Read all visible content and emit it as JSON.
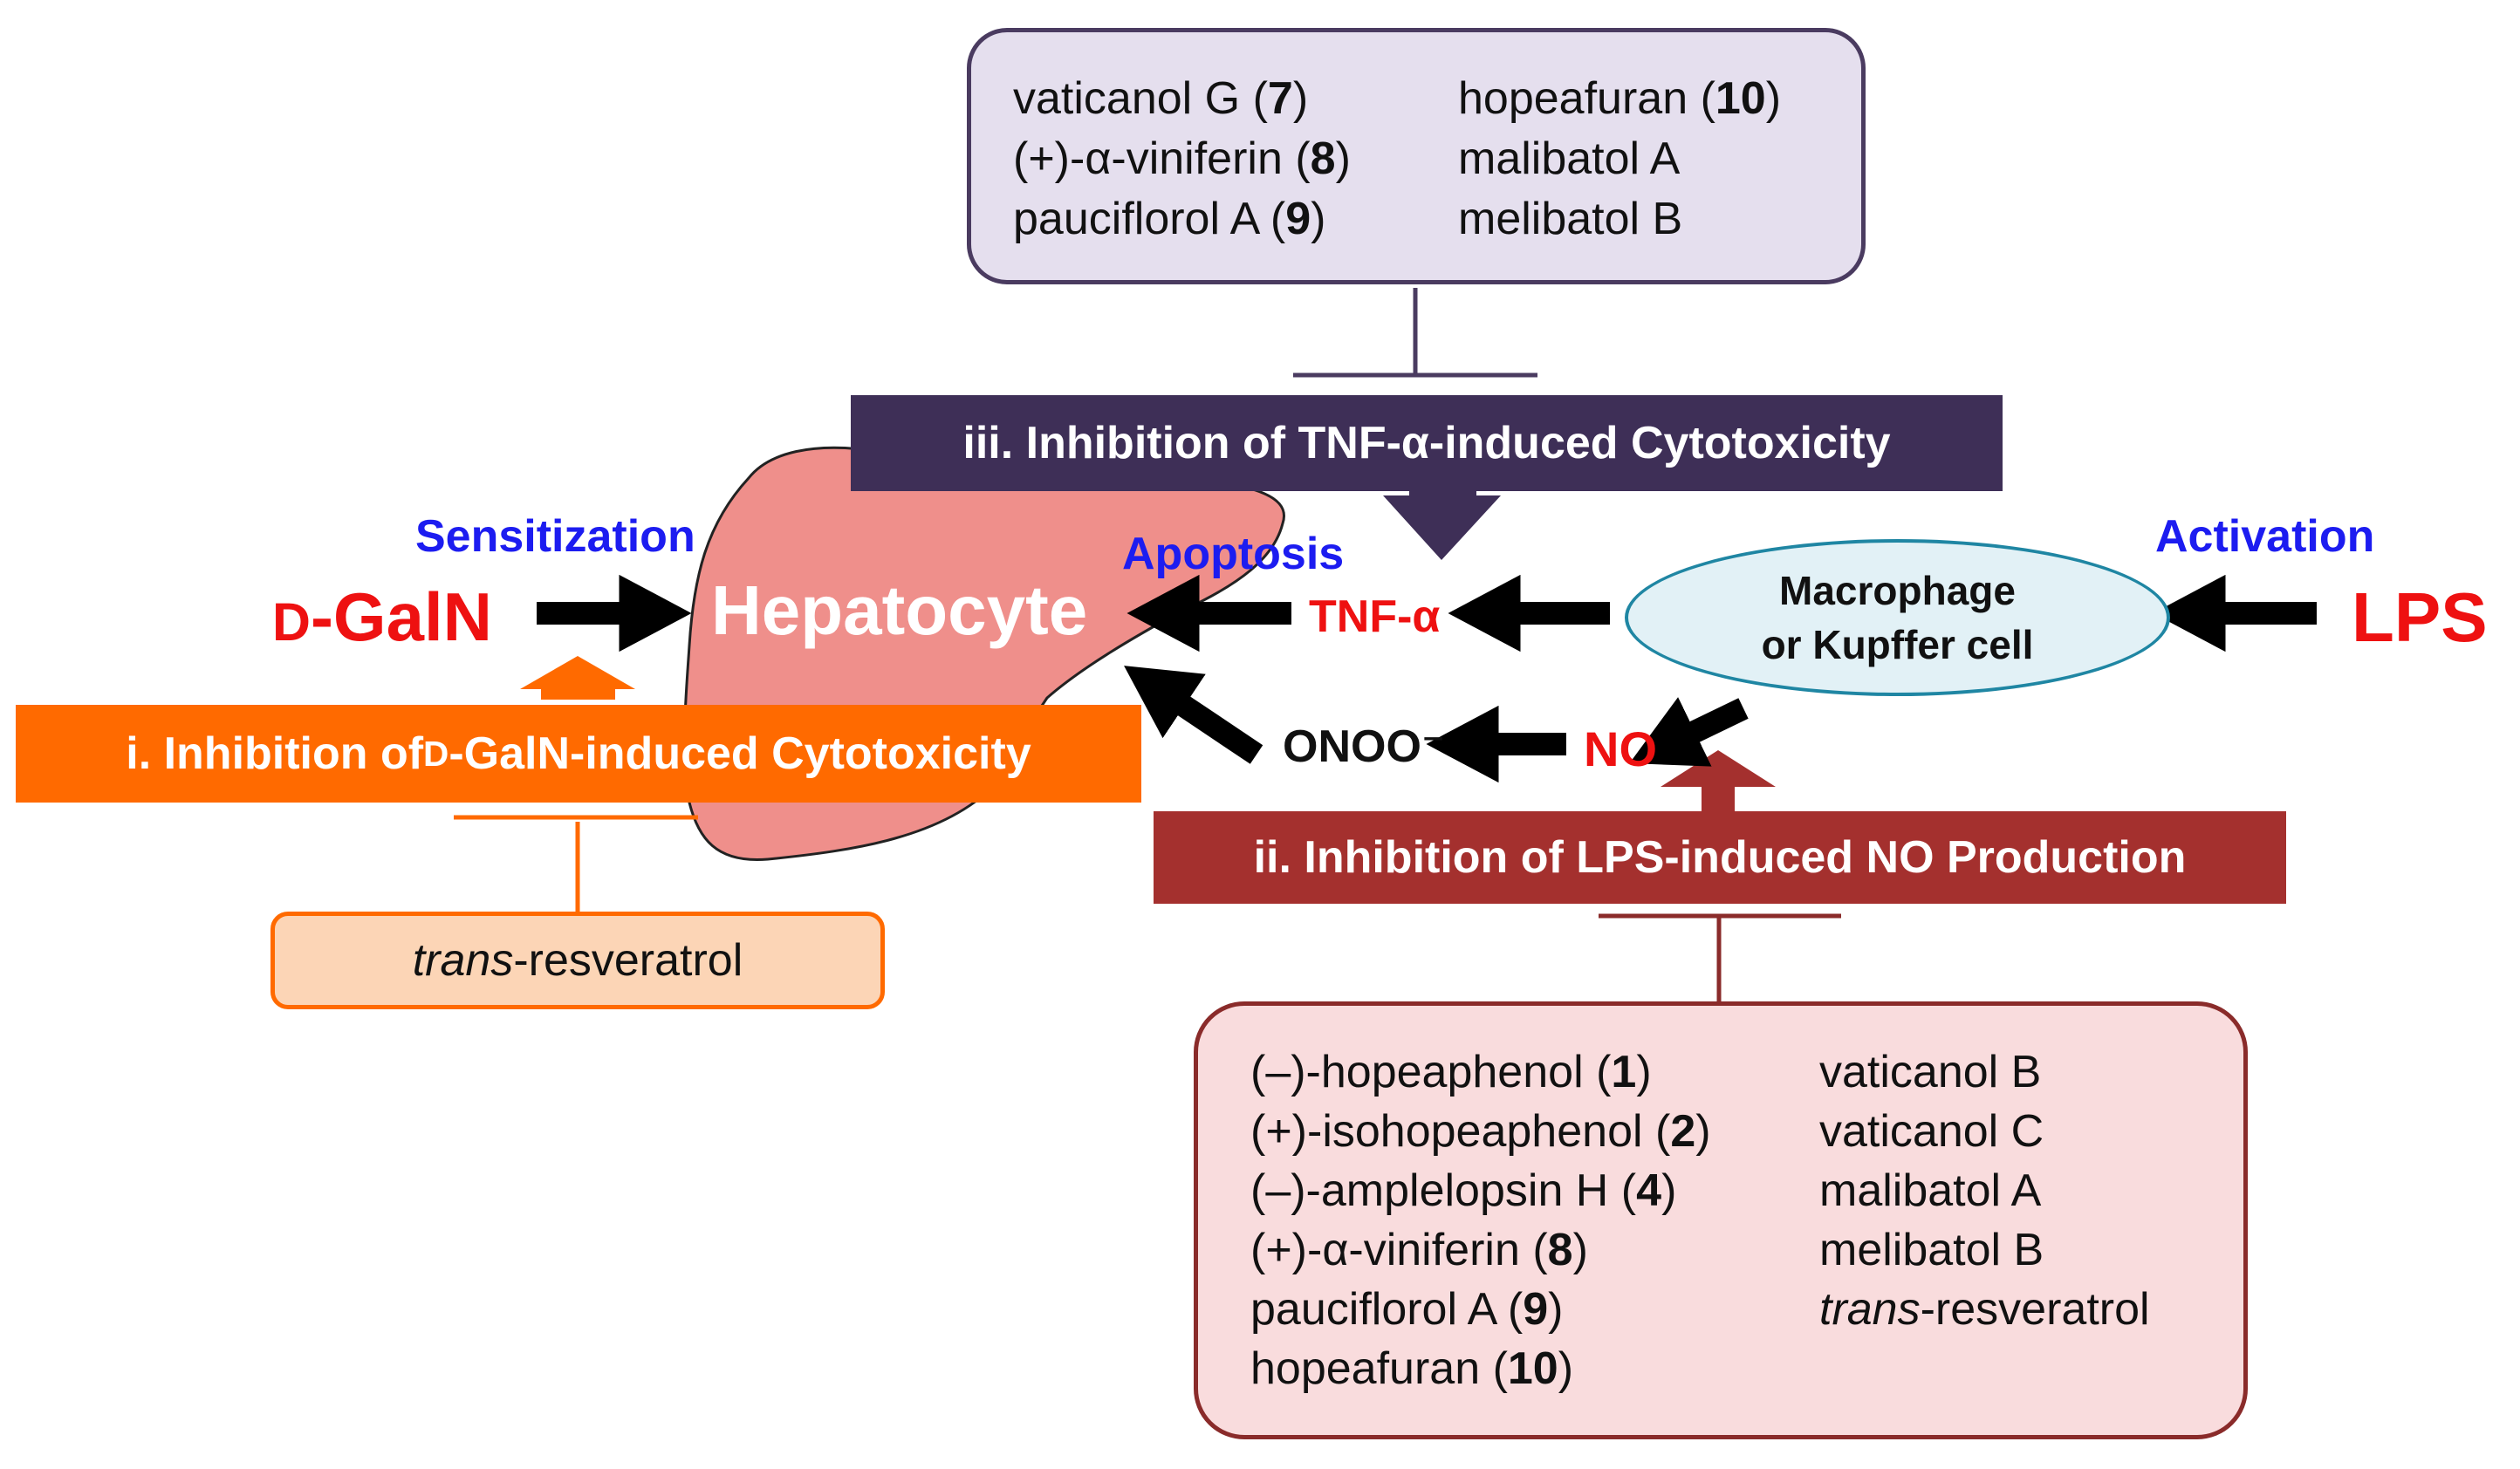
{
  "colors": {
    "purple_box_fill": "#e5dfee",
    "purple_box_border": "#4a3b60",
    "purple_banner": "#3e2f57",
    "orange": "#ff6a00",
    "orange_box_fill": "#fcd5b6",
    "red_banner": "#a4302e",
    "pink_box_fill": "#f9dcdd",
    "pink_box_border": "#8a2b2a",
    "liver": "#ef8f8b",
    "cell_fill": "#e2f1f6",
    "blue_label": "#1c1cf0",
    "red_label": "#ee1111"
  },
  "top_box": {
    "left_col": [
      {
        "name": "vaticanol G (",
        "num": "7",
        "end": ")"
      },
      {
        "name": "(+)-α-viniferin (",
        "num": "8",
        "end": ")"
      },
      {
        "name": "pauciflorol A (",
        "num": "9",
        "end": ")"
      }
    ],
    "right_col": [
      {
        "name": "hopeafuran (",
        "num": "10",
        "end": ")"
      },
      {
        "name": "malibatol A",
        "num": "",
        "end": ""
      },
      {
        "name": "melibatol B",
        "num": "",
        "end": ""
      }
    ]
  },
  "banners": {
    "iii": "iii. Inhibition of TNF-α-induced Cytotoxicity",
    "i_prefix": "i. Inhibition of ",
    "i_smallcap": "D",
    "i_suffix": "-GalN-induced Cytotoxicity",
    "ii": "ii. Inhibition of LPS-induced NO Production"
  },
  "labels": {
    "sensitization": "Sensitization",
    "apoptosis": "Apoptosis",
    "activation": "Activation",
    "dgaln_smallcap": "D",
    "dgaln_rest": "-GalN",
    "hepatocyte": "Hepatocyte",
    "tnf": "TNF-α",
    "no": "NO",
    "onoo": "ONOO⁻",
    "lps": "LPS",
    "macrophage_line1": "Macrophage",
    "macrophage_line2": "or Kupffer cell"
  },
  "resveratrol_box": {
    "italic": "trans",
    "rest": "-resveratrol"
  },
  "bottom_box": {
    "left_col": [
      {
        "name": "(–)-hopeaphenol (",
        "num": "1",
        "end": ")"
      },
      {
        "name": "(+)-isohopeaphenol (",
        "num": "2",
        "end": ")"
      },
      {
        "name": "(–)-amplelopsin H (",
        "num": "4",
        "end": ")"
      },
      {
        "name": "(+)-α-viniferin (",
        "num": "8",
        "end": ")"
      },
      {
        "name": "pauciflorol A (",
        "num": "9",
        "end": ")"
      },
      {
        "name": "hopeafuran (",
        "num": "10",
        "end": ")"
      }
    ],
    "right_col": [
      {
        "name": "vaticanol B",
        "italic": ""
      },
      {
        "name": "vaticanol C",
        "italic": ""
      },
      {
        "name": "malibatol A",
        "italic": ""
      },
      {
        "name": "melibatol B",
        "italic": ""
      },
      {
        "name": "-resveratrol",
        "italic": "trans"
      }
    ]
  }
}
